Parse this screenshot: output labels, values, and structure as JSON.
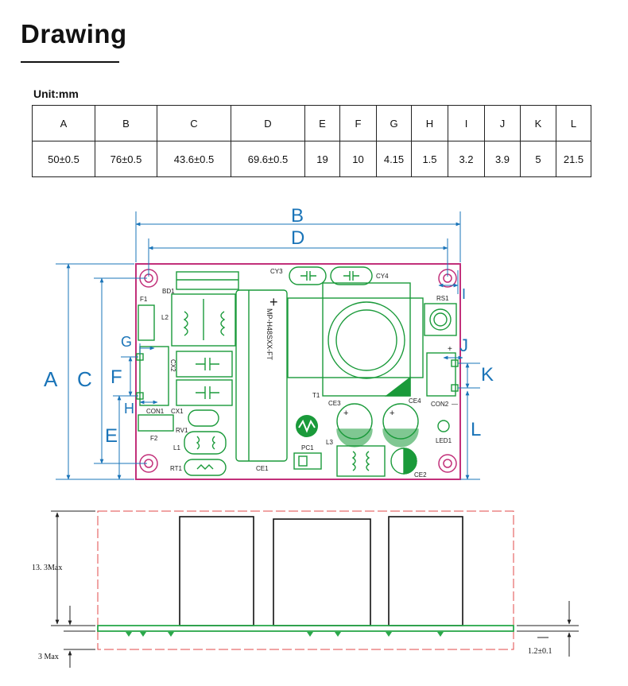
{
  "title": "Drawing",
  "unit_label": "Unit:mm",
  "table": {
    "headers": [
      "A",
      "B",
      "C",
      "D",
      "E",
      "F",
      "G",
      "H",
      "I",
      "J",
      "K",
      "L"
    ],
    "values": [
      "50±0.5",
      "76±0.5",
      "43.6±0.5",
      "69.6±0.5",
      "19",
      "10",
      "4.15",
      "1.5",
      "3.2",
      "3.9",
      "5",
      "21.5"
    ]
  },
  "dim_letters": {
    "A": "A",
    "B": "B",
    "C": "C",
    "D": "D",
    "E": "E",
    "F": "F",
    "G": "G",
    "H": "H",
    "I": "I",
    "J": "J",
    "K": "K",
    "L": "L"
  },
  "board_labels": {
    "bd1": "BD1",
    "f1": "F1",
    "l2": "L2",
    "cx2": "CX2",
    "con1": "CON1",
    "cx1": "CX1",
    "rv1": "RV1",
    "f2": "F2",
    "l1": "L1",
    "rt1": "RT1",
    "ce1": "CE1",
    "cy3": "CY3",
    "cy4": "CY4",
    "t1": "T1",
    "ce3": "CE3",
    "ce4": "CE4",
    "l3": "L3",
    "pc1": "PC1",
    "ce2": "CE2",
    "rs1": "RS1",
    "con2": "CON2",
    "led1": "LED1",
    "model": "MP-H48SXX-FT",
    "plus": "+",
    "con2_minus": "—"
  },
  "side_view": {
    "height_label": "13. 3Max",
    "bottom_label": "3 Max",
    "thickness_label": "1.2±0.1"
  },
  "colors": {
    "dimension": "#1a74b8",
    "board_outline": "#c2307a",
    "silkscreen": "#1a9a3a",
    "side_outline": "#e04a4a",
    "pcb_side": "#2aa84a"
  }
}
